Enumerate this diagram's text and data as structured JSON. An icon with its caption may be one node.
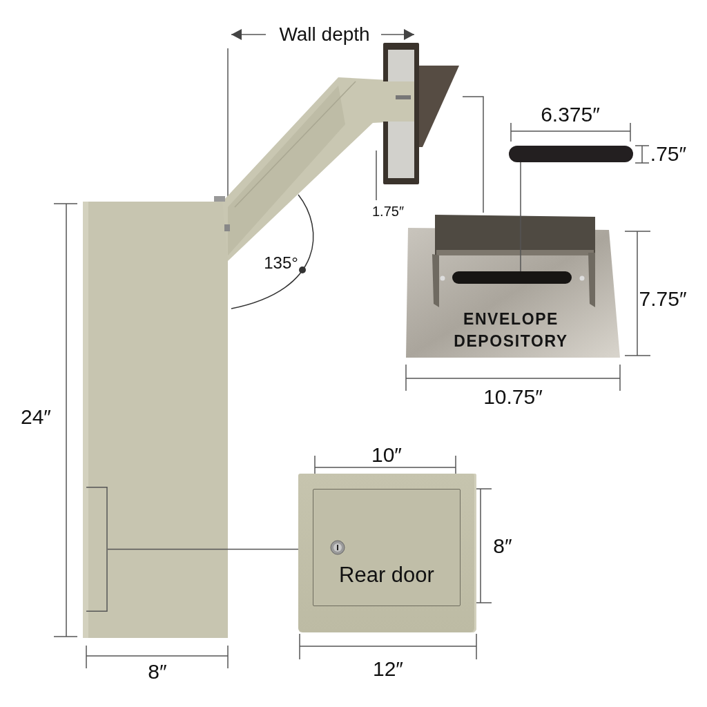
{
  "diagram": {
    "nodes": [
      {
        "text": [],
        "shape": "picture"
      },
      {
        "text": [],
        "shape": "bracket",
        "in": 0
      },
      {
        "text": [
          "Rear door"
        ]
      },
      {
        "text": [
          "ENVELOPE DEPOSITORY"
        ]
      },
      {
        "text": [],
        "shape": "bar",
        "in": 3
      },
      {
        "text": [],
        "shape": "bar"
      }
    ],
    "edges": [
      {
        "from": 1,
        "to": 2,
        "arrow": "none"
      },
      {
        "from": 0,
        "to": 3,
        "arrow": "none"
      },
      {
        "from": 5,
        "to": 4,
        "arrow": "none"
      }
    ],
    "labels": [
      "Wall depth",
      "6.375″",
      ".75″",
      "1.75″",
      "135°",
      "7.75″",
      "10.75″",
      "24″",
      "10″",
      "8″",
      "8″",
      "12″"
    ]
  }
}
